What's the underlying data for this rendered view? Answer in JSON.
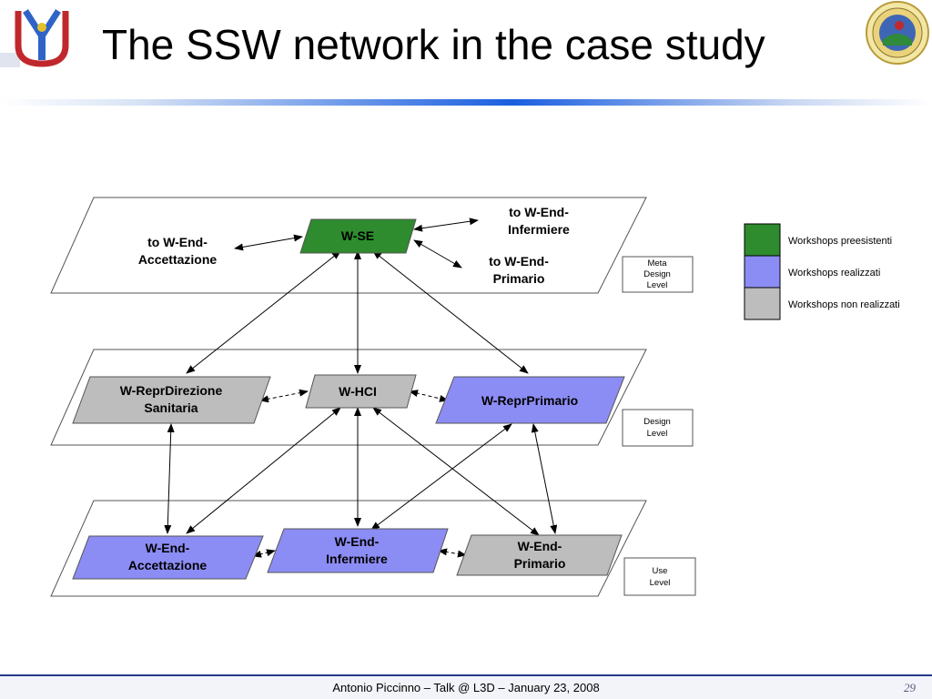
{
  "slide": {
    "title": "The SSW network in the case study",
    "footer": "Antonio Piccinno –  Talk @ L3D – January 23, 2008",
    "page_number": "29"
  },
  "icons": {
    "left_logo": "ivu-logo",
    "right_logo": "university-seal"
  },
  "colors": {
    "preexisting": "#2e8b2e",
    "realized": "#8c8cf5",
    "not_realized": "#bdbdbd",
    "title_rule": "#1a5ee0"
  },
  "levels": {
    "meta": [
      "Meta",
      "Design",
      "Level"
    ],
    "design": [
      "Design",
      "Level"
    ],
    "use": [
      "Use",
      "Level"
    ]
  },
  "nodes": {
    "wse": [
      "W-SE"
    ],
    "whci": [
      "W-HCI"
    ],
    "repr_direzione": [
      "W-ReprDirezione",
      "Sanitaria"
    ],
    "repr_primario": [
      "W-ReprPrimario"
    ],
    "end_accettazione": [
      "W-End-",
      "Accettazione"
    ],
    "end_infermiere": [
      "W-End-",
      "Infermiere"
    ],
    "end_primario": [
      "W-End-",
      "Primario"
    ]
  },
  "external_links": {
    "to_accettazione": [
      "to W-End-",
      "Accettazione"
    ],
    "to_infermiere": [
      "to W-End-",
      "Infermiere"
    ],
    "to_primario": [
      "to W-End-",
      "Primario"
    ]
  },
  "legend": [
    {
      "label": "Workshops preesistenti",
      "color": "#2e8b2e"
    },
    {
      "label": "Workshops realizzati",
      "color": "#8c8cf5"
    },
    {
      "label": "Workshops non realizzati",
      "color": "#bdbdbd"
    }
  ]
}
